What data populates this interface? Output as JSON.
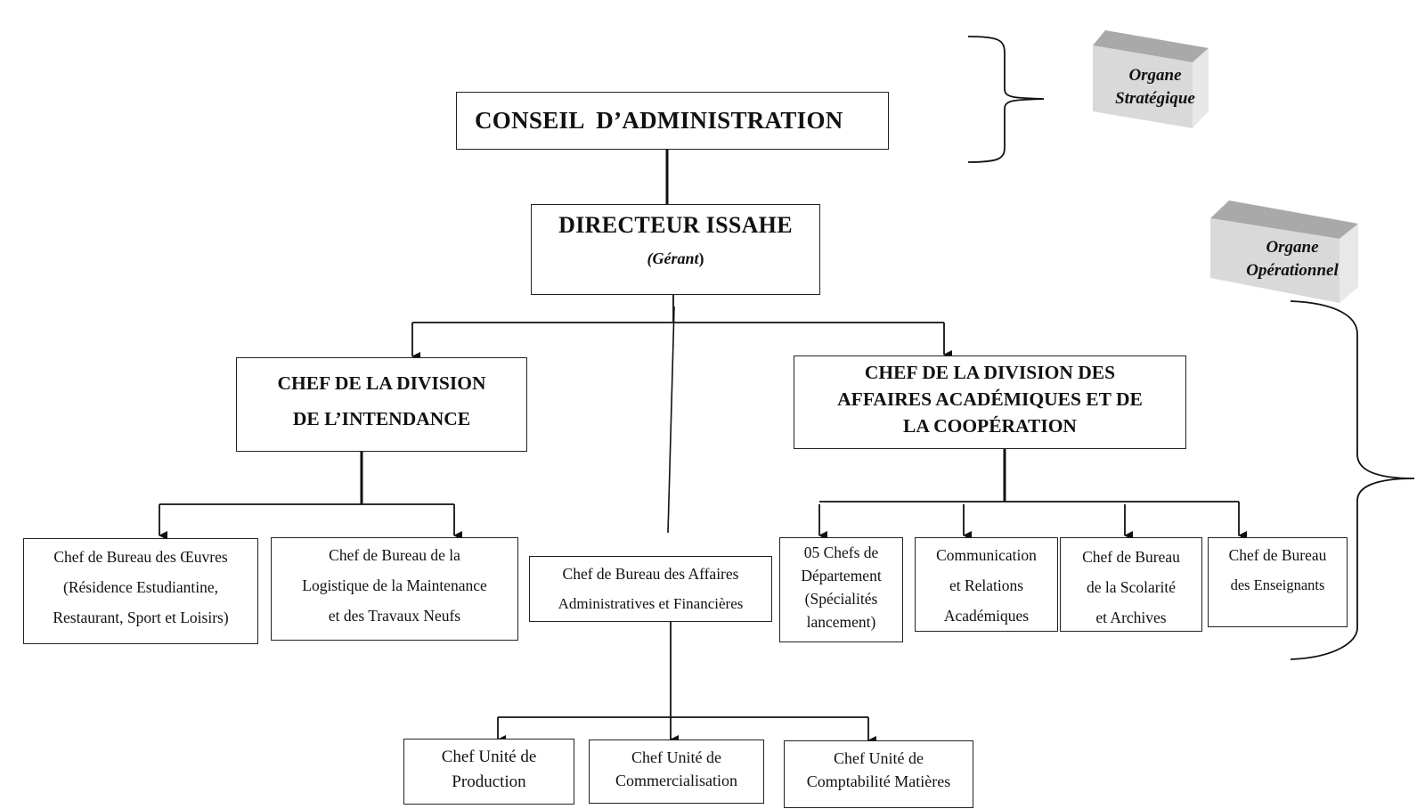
{
  "diagram": {
    "type": "organizational-chart",
    "nodes": {
      "conseil": {
        "lines": [
          "CONSEIL  D’ADMINISTRATION"
        ]
      },
      "directeur": {
        "title": "DIRECTEUR ISSAHE",
        "subtitle_italic": "(Gérant",
        "subtitle_close": ")"
      },
      "intendance": {
        "lines": [
          "CHEF DE LA DIVISION",
          "DE L’INTENDANCE"
        ]
      },
      "academique": {
        "lines": [
          "CHEF DE LA DIVISION DES",
          "AFFAIRES ACADÉMIQUES ET DE",
          "LA COOPÉRATION"
        ]
      },
      "oeuvres": {
        "lines": [
          "Chef de Bureau des Œuvres",
          "(Résidence Estudiantine,",
          "Restaurant, Sport et Loisirs)"
        ]
      },
      "logistique": {
        "lines": [
          "Chef de Bureau de la",
          "Logistique de la Maintenance",
          "et des Travaux Neufs"
        ]
      },
      "affaires_admin": {
        "lines": [
          "Chef de Bureau des Affaires",
          "Administratives et Financières"
        ]
      },
      "departements": {
        "lines": [
          "05 Chefs de",
          "Département",
          "(Spécialités",
          "lancement)"
        ]
      },
      "communication": {
        "lines": [
          "Communication",
          "et Relations",
          "Académiques"
        ]
      },
      "scolarite": {
        "lines": [
          "Chef de Bureau",
          "de la Scolarité",
          "et Archives"
        ]
      },
      "enseignants": {
        "lines": [
          "Chef de Bureau",
          "des Enseignants"
        ]
      },
      "production": {
        "lines": [
          "Chef Unité de",
          "Production"
        ]
      },
      "commercialisation": {
        "lines": [
          "Chef Unité de",
          "Commercialisation"
        ]
      },
      "comptabilite": {
        "lines": [
          "Chef Unité de",
          "Comptabilité Matières"
        ]
      }
    },
    "edges": [
      [
        "conseil",
        "directeur"
      ],
      [
        "directeur",
        "intendance"
      ],
      [
        "directeur",
        "academique"
      ],
      [
        "directeur",
        "affaires_admin"
      ],
      [
        "intendance",
        "oeuvres"
      ],
      [
        "intendance",
        "logistique"
      ],
      [
        "academique",
        "departements"
      ],
      [
        "academique",
        "communication"
      ],
      [
        "academique",
        "scolarite"
      ],
      [
        "academique",
        "enseignants"
      ],
      [
        "affaires_admin",
        "production"
      ],
      [
        "affaires_admin",
        "commercialisation"
      ],
      [
        "affaires_admin",
        "comptabilite"
      ]
    ],
    "legend": {
      "strategique": {
        "lines": [
          "Organe",
          "Stratégique"
        ]
      },
      "operationnel": {
        "lines": [
          "Organe",
          "Opérationnel"
        ]
      }
    }
  }
}
